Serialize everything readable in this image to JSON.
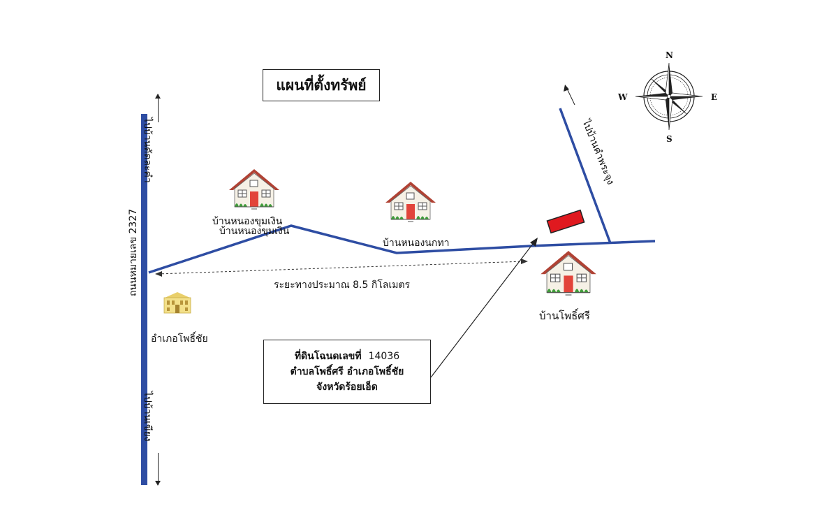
{
  "title": "แผนที่ตั้งทรัพย์",
  "roads": {
    "main_road_label": "ถนนหมายเลข 2327",
    "to_north_left": "ไปบ้านดัดละคำ",
    "to_south_left": "ไปบ้านเขียง",
    "to_north_right": "ไปบ้านคำพระจุง"
  },
  "places": {
    "village_1": "บ้านหนองขุมเงิน",
    "village_1_dup": "บ้านหนองขุมเงิน",
    "village_2": "บ้านหนองนกทา",
    "village_3": "บ้านโพธิ์ศรี",
    "district": "อำเภอโพธิ์ชัย"
  },
  "distance_label": "ระยะทางประมาณ 8.5 กิโลเมตร",
  "info_box": {
    "line1": "ที่ดินโฉนดเลขที่",
    "deed_number": "14036",
    "line2": "ตำบลโพธิ์ศรี อำเภอโพธิ์ชัย",
    "line3": "จังหวัดร้อยเอ็ด"
  },
  "compass": {
    "n": "N",
    "s": "S",
    "e": "E",
    "w": "W"
  },
  "colors": {
    "road": "#2e4da3",
    "parcel": "#e0191f",
    "roof": "#b04234",
    "house_wall": "#f6f1e6",
    "door": "#e2443b",
    "grass": "#3f9b3a",
    "district_building": "#f3e08a"
  }
}
